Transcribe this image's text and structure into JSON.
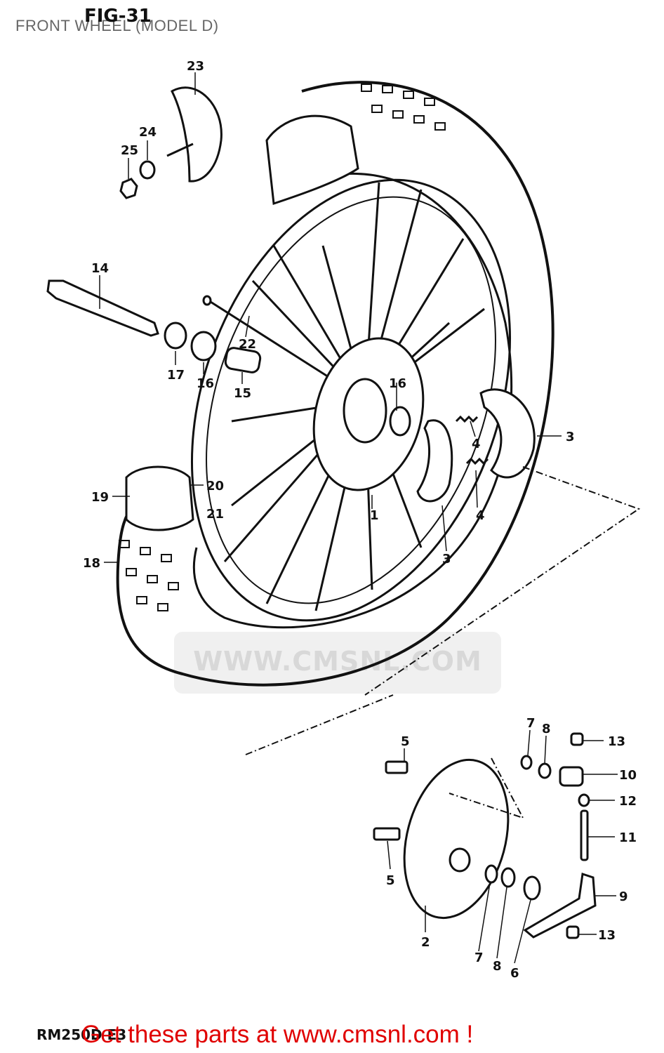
{
  "header": {
    "title": "FRONT WHEEL (MODEL D)",
    "fig": "FIG-31"
  },
  "watermark": "WWW.CMSNL.COM",
  "footer": {
    "model_code": "RM250D E3",
    "link_text": "Get these parts at www.cmsnl.com !"
  },
  "parts": {
    "p23": "23",
    "p24": "24",
    "p25": "25",
    "p14": "14",
    "p22": "22",
    "p17": "17",
    "p16a": "16",
    "p15": "15",
    "p16b": "16",
    "p3a": "3",
    "p4a": "4",
    "p4b": "4",
    "p1": "1",
    "p3b": "3",
    "p19": "19",
    "p20": "20",
    "p21": "21",
    "p18": "18",
    "p7a": "7",
    "p8a": "8",
    "p13a": "13",
    "p5a": "5",
    "p10": "10",
    "p12": "12",
    "p11": "11",
    "p5b": "5",
    "p9": "9",
    "p2": "2",
    "p13b": "13",
    "p7b": "7",
    "p8b": "8",
    "p6": "6"
  },
  "colors": {
    "ink": "#111111",
    "link": "#e00000",
    "title": "#666666"
  }
}
